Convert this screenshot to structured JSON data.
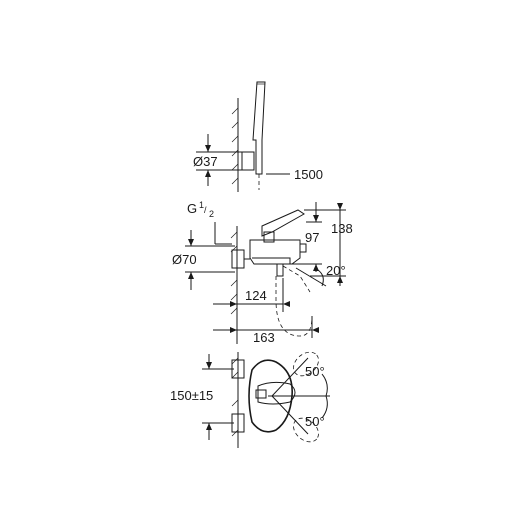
{
  "drawing": {
    "labels": {
      "diameter_37": "Ø37",
      "length_1500": "1500",
      "thread_g": "G",
      "thread_num": "1",
      "thread_den": "2",
      "diameter_70": "Ø70",
      "height_138": "138",
      "height_97": "97",
      "angle_20": "20°",
      "depth_124": "124",
      "depth_163": "163",
      "centers_150": "150±15",
      "angle_50_top": "50°",
      "angle_50_bottom": "50°"
    }
  }
}
